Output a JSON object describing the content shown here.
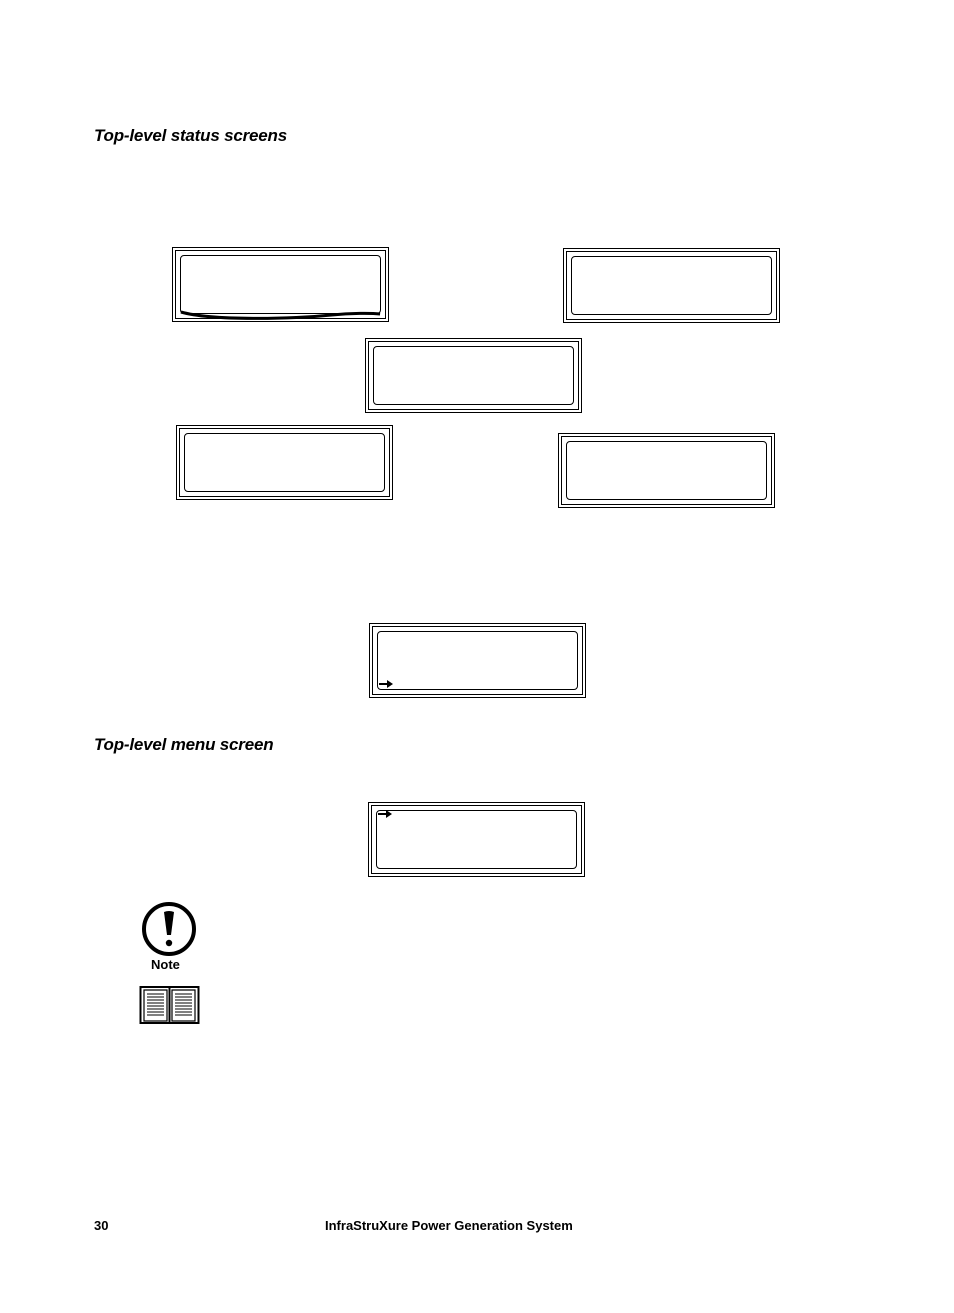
{
  "headings": {
    "status": "Top-level status screens",
    "menu": "Top-level menu screen"
  },
  "icons": {
    "note": "note-icon",
    "note_label": "Note",
    "reference": "book-icon",
    "arrow": "right-arrow-icon"
  },
  "footer": {
    "page_number": "30",
    "document_title": "InfraStruXure Power Generation System"
  }
}
